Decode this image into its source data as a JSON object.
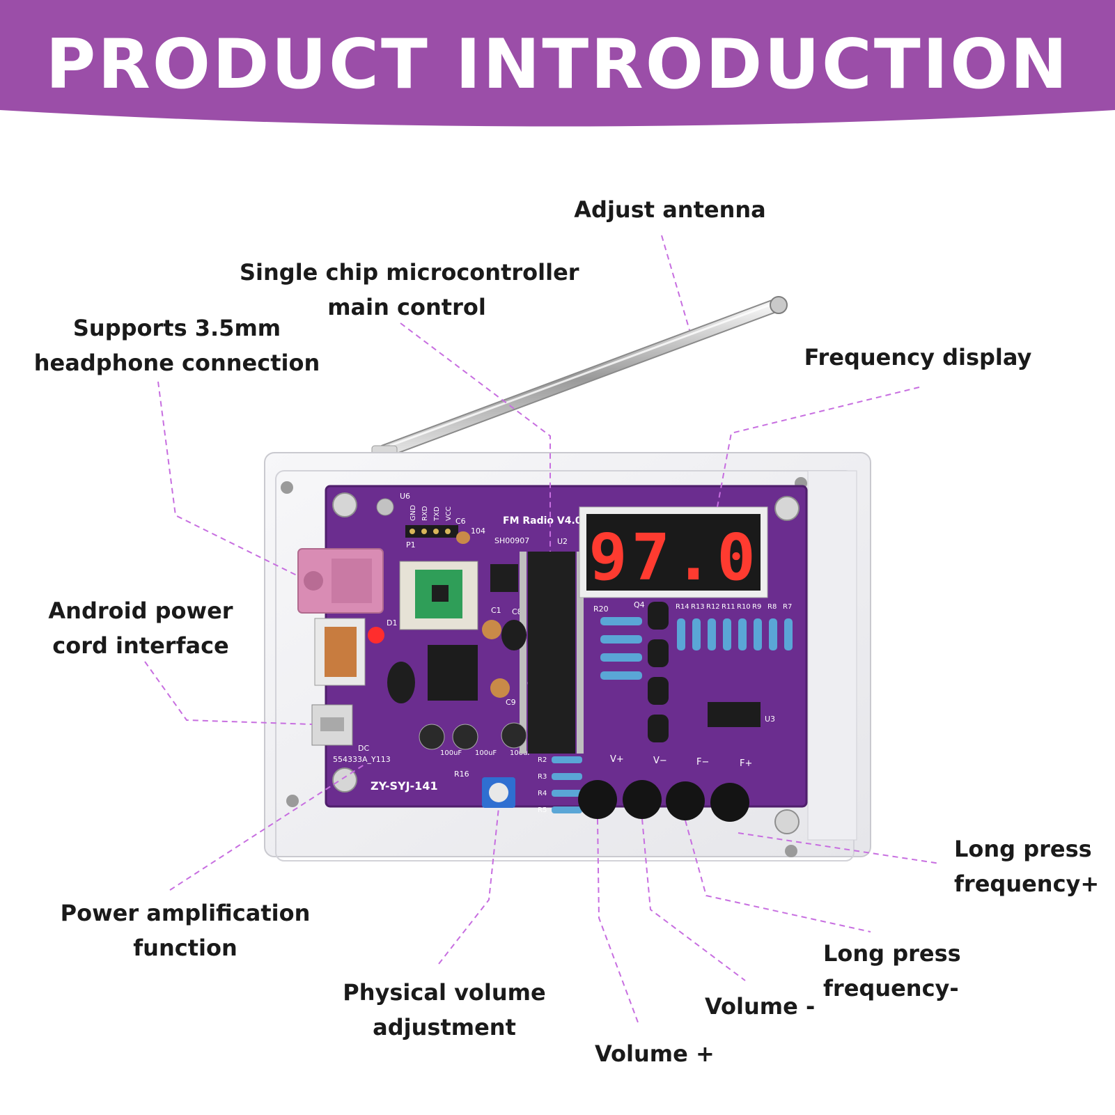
{
  "banner": {
    "title": "PRODUCT INTRODUCTION",
    "color": "#9b4ea8"
  },
  "device": {
    "board_title": "FM Radio V4.0",
    "board_code": "SH00907",
    "model": "ZY-SYJ-141",
    "display_value": "97.0",
    "button_labels": [
      "V+",
      "V−",
      "F−",
      "F+"
    ],
    "header_pins": [
      "GND",
      "RXD",
      "TXD",
      "VCC"
    ],
    "silkscreen": {
      "u6": "U6",
      "p1": "P1",
      "c6": "C6",
      "cap104": "104",
      "u2": "U2",
      "d1": "D1",
      "c1": "C1",
      "c8": "C8",
      "c4": "104",
      "c9": "C9",
      "dc": "DC",
      "serial": "554333A_Y113",
      "r16": "R16",
      "u3": "U3",
      "r20": "R20",
      "q4": "Q4",
      "r_top": [
        "R14",
        "R13",
        "R12",
        "R11",
        "R10",
        "R9",
        "R8",
        "R7"
      ],
      "r_left": [
        "R2",
        "R3",
        "R4",
        "R5"
      ],
      "caps": [
        "100uF",
        "100uF",
        "100uF"
      ]
    },
    "pcb_color": "#6b2d8f",
    "digit_color": "#ff3b30",
    "line_color": "#c76ee0"
  },
  "callouts": [
    {
      "id": "adjust-antenna",
      "lines": [
        "Adjust antenna"
      ]
    },
    {
      "id": "single-chip",
      "lines": [
        "Single chip microcontroller",
        "main control"
      ]
    },
    {
      "id": "headphone",
      "lines": [
        "Supports 3.5mm",
        "headphone connection"
      ]
    },
    {
      "id": "frequency-display",
      "lines": [
        "Frequency display"
      ]
    },
    {
      "id": "android-power",
      "lines": [
        "Android power",
        "cord interface"
      ]
    },
    {
      "id": "long-press-plus",
      "lines": [
        "Long press",
        "frequency+"
      ]
    },
    {
      "id": "long-press-minus",
      "lines": [
        "Long press",
        "frequency-"
      ]
    },
    {
      "id": "power-amp",
      "lines": [
        "Power amplification",
        "function"
      ]
    },
    {
      "id": "physical-volume",
      "lines": [
        "Physical volume",
        "adjustment"
      ]
    },
    {
      "id": "volume-minus",
      "lines": [
        "Volume -"
      ]
    },
    {
      "id": "volume-plus",
      "lines": [
        "Volume +"
      ]
    }
  ]
}
